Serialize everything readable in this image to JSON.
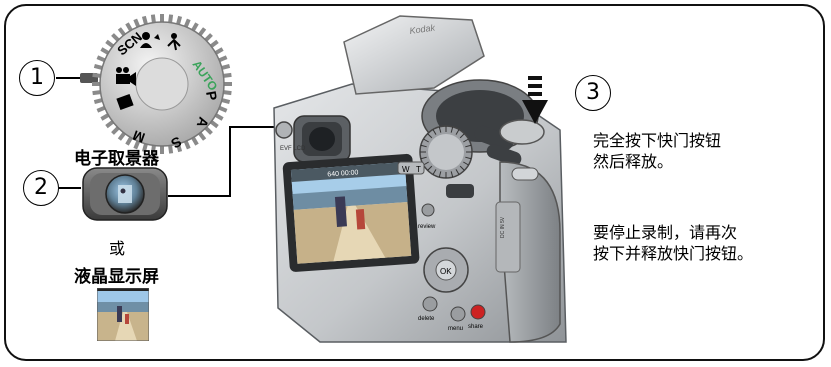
{
  "steps": {
    "one": "1",
    "two": "2",
    "three": "3"
  },
  "viewfinder_label": "电子取景器",
  "or_label": "或",
  "lcd_label": "液晶显示屏",
  "instruction_1": {
    "line1": "完全按下快门按钮",
    "line2": "然后释放。"
  },
  "instruction_2": {
    "line1": "要停止录制，请再次",
    "line2": "按下并释放快门按钮。"
  },
  "camera_labels": {
    "brand": "Kodak",
    "evf_button": "EVF LCD",
    "review": "review",
    "delete": "delete",
    "menu": "menu",
    "share": "share",
    "ok": "OK",
    "zoom_w": "W",
    "zoom_t": "T",
    "side_text": "DC IN 5V",
    "screen_readout": "640   00:00"
  },
  "mode_dial_labels": {
    "scn": "SCN",
    "auto": "AUTO",
    "p": "P",
    "a": "A",
    "s": "S",
    "m": "M"
  },
  "colors": {
    "auto_green": "#3aa35a",
    "share_red": "#cc2222",
    "camera_silver": "#c9ccce"
  }
}
